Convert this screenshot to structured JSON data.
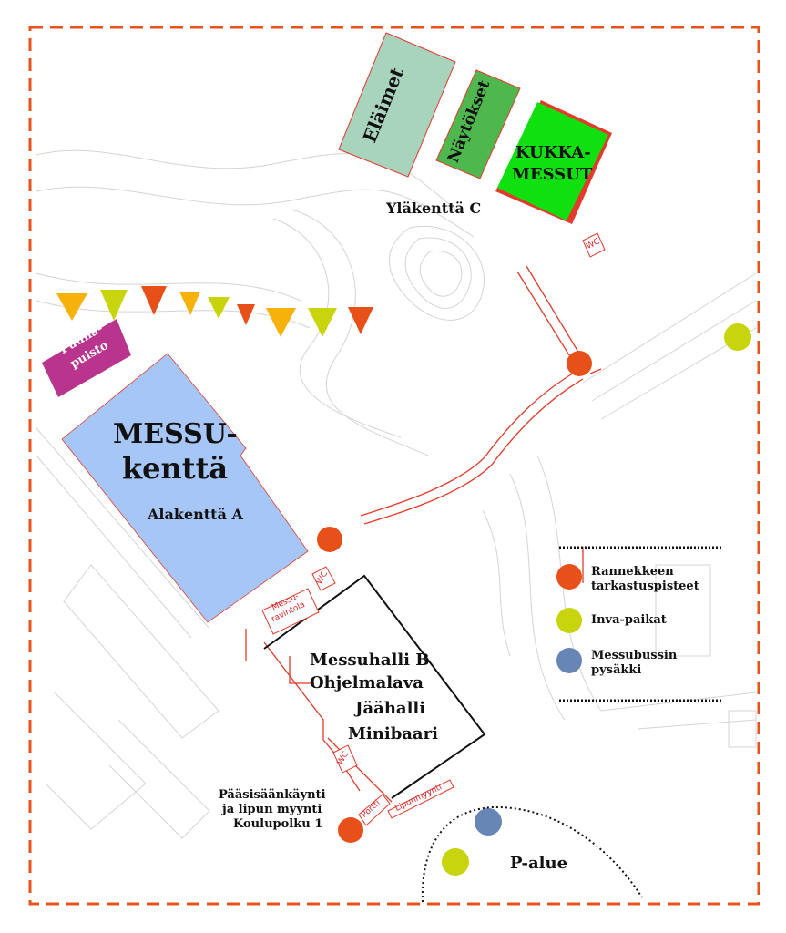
{
  "colors": {
    "frame": "#e8531c",
    "checkpoint": "#e8501a",
    "inva": "#c8d40c",
    "bus_stop": "#6786b5",
    "messukentta": "#a6c6f7",
    "elaimet": "#a8d3bd",
    "naytokset": "#4eb84f",
    "kukkamessut": "#10e010",
    "punhapuisto": "#b8348d"
  },
  "areas": {
    "elaimet": "Eläimet",
    "naytokset": "Näytökset",
    "kukkamessut_l1": "KUKKA-",
    "kukkamessut_l2": "MESSUT",
    "ylakentta": "Yläkenttä C",
    "punhapuisto_l1": "Puuha-",
    "punhapuisto_l2": "puisto",
    "messukentta_l1": "MESSU-",
    "messukentta_l2": "kenttä",
    "alakentta": "Alakenttä A",
    "messuhalli": "Messuhalli B",
    "ohjelmalava": "Ohjelmalava",
    "jaahalli": "Jäähalli",
    "minibaari": "Minibaari",
    "paasisaankaynti_l1": "Pääsisäänkäynti",
    "paasisaankaynti_l2": "ja lipun myynti",
    "paasisaankaynti_l3": "Koulupolku 1",
    "p_alue": "P-alue"
  },
  "small_labels": {
    "wc_top": "WC",
    "wc_mid": "WC",
    "wc_low": "WC",
    "messuravintola_l1": "Messu-",
    "messuravintola_l2": "ravintola",
    "portti": "Portti",
    "lipunmyynti": "Lipunmyynti"
  },
  "legend": {
    "checkpoints_l1": "Rannekkeen",
    "checkpoints_l2": "tarkastuspisteet",
    "inva": "Inva-paikat",
    "bus_l1": "Messubussin",
    "bus_l2": "pysäkki"
  }
}
